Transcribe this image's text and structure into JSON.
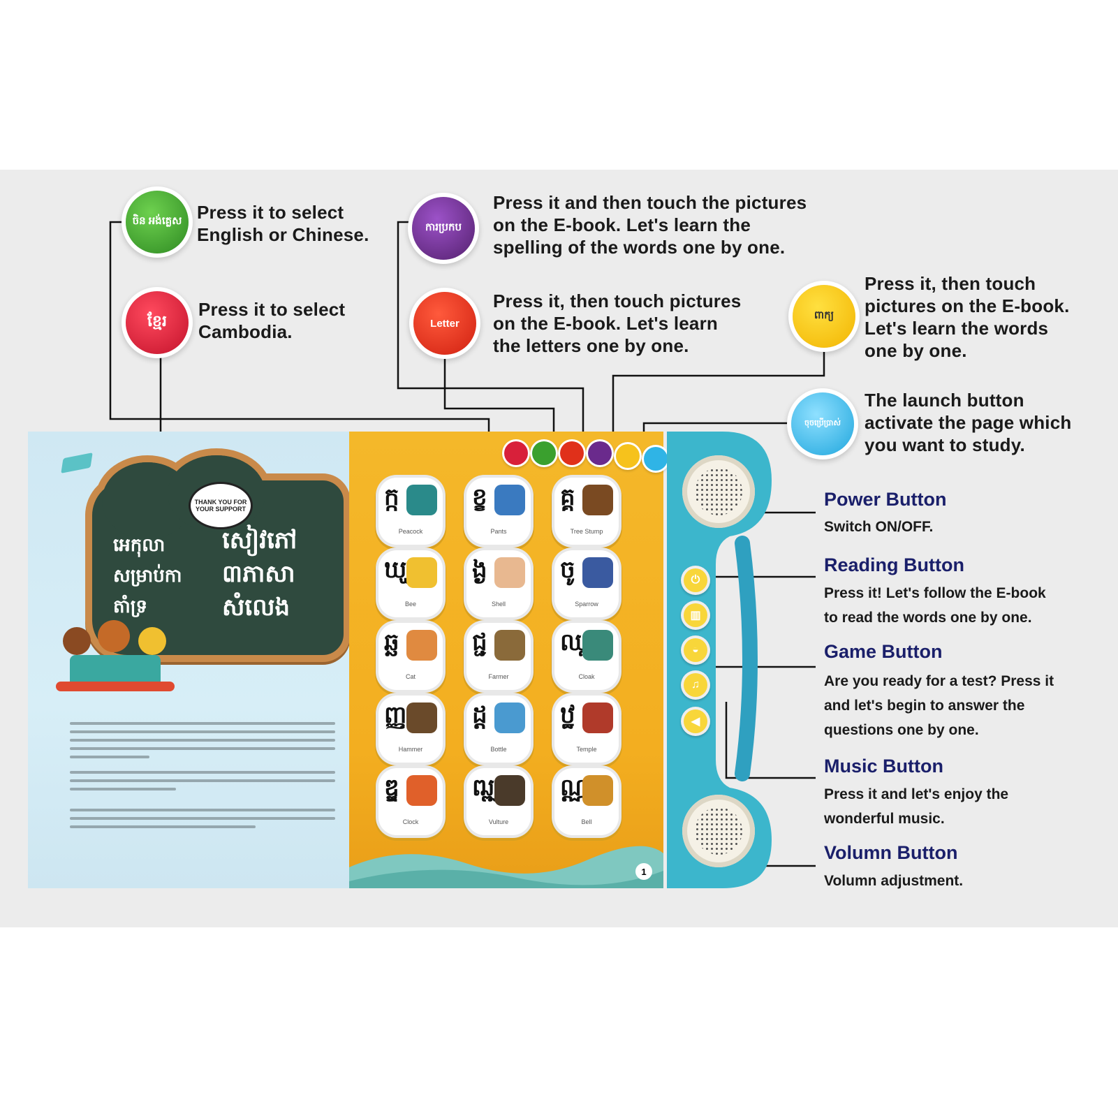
{
  "callouts": {
    "english_chinese": {
      "badge_label": "ចិន អង់គ្លេស",
      "lines": [
        "Press it to select",
        "English or Chinese."
      ],
      "color": "#3aa02e"
    },
    "cambodia": {
      "badge_label": "ខ្មែរ",
      "lines": [
        "Press it to select",
        "Cambodia."
      ],
      "color": "#d8203a"
    },
    "spelling": {
      "badge_label": "ការប្រកប",
      "lines": [
        "Press it and then touch the pictures",
        "on the E-book. Let's learn the",
        "spelling of the words one by one."
      ],
      "color": "#6a2a8c"
    },
    "letter": {
      "badge_label": "Letter",
      "lines": [
        "Press it, then touch pictures",
        "on the E-book. Let's learn",
        "the letters one by one."
      ],
      "color": "#e0301a"
    },
    "words": {
      "badge_label": "ពាក្យ",
      "lines": [
        "Press it, then touch",
        "pictures on the E-book.",
        "Let's learn the words",
        "one by one."
      ],
      "color": "#f6c21c"
    },
    "launch": {
      "badge_label": "ចុចប្រើប្រាស់",
      "lines": [
        "The launch button",
        "activate the page which",
        "you want to study."
      ],
      "color": "#2fb4e6"
    }
  },
  "book": {
    "left_page": {
      "bubble": "THANK YOU FOR YOUR SUPPORT",
      "board_left": [
        "អេកុលា",
        "សម្រាប់កា",
        "តាំទ្រ"
      ],
      "board_right": [
        "សៀវភៅ",
        "៣ភាសា",
        "សំលេង"
      ]
    },
    "right_page": {
      "page_number": "1",
      "cards": [
        {
          "letter": "ក្ក",
          "caption": "Peacock"
        },
        {
          "letter": "ខ្ខ",
          "caption": "Pants"
        },
        {
          "letter": "គ្គ",
          "caption": "Tree Stump"
        },
        {
          "letter": "ឃ្ឃ",
          "caption": "Bee"
        },
        {
          "letter": "ង្ង",
          "caption": "Shell"
        },
        {
          "letter": "ចូ",
          "caption": "Sparrow"
        },
        {
          "letter": "ឆ្ឆ",
          "caption": "Cat"
        },
        {
          "letter": "ជ្ជ",
          "caption": "Farmer"
        },
        {
          "letter": "ឈ្ឈ",
          "caption": "Cloak"
        },
        {
          "letter": "ញ្ញ",
          "caption": "Hammer"
        },
        {
          "letter": "ដ្ដ",
          "caption": "Bottle"
        },
        {
          "letter": "ឋ្ឋ",
          "caption": "Temple"
        },
        {
          "letter": "ឌ្ឌ",
          "caption": "Clock"
        },
        {
          "letter": "ឍ្ឍ",
          "caption": "Vulture"
        },
        {
          "letter": "ណ្ណ",
          "caption": "Bell"
        }
      ]
    },
    "device_buttons": [
      {
        "icon": "power-icon",
        "glyph": "⏻"
      },
      {
        "icon": "book-icon",
        "glyph": "▥"
      },
      {
        "icon": "gamepad-icon",
        "glyph": "◒"
      },
      {
        "icon": "music-note-icon",
        "glyph": "♫"
      },
      {
        "icon": "volume-icon",
        "glyph": "◀"
      }
    ]
  },
  "functions": {
    "power": {
      "title": "Power Button",
      "lines": [
        "Switch ON/OFF."
      ]
    },
    "reading": {
      "title": "Reading Button",
      "lines": [
        "Press it! Let's follow the E-book",
        "to read the words one by one."
      ]
    },
    "game": {
      "title": "Game Button",
      "lines": [
        "Are you ready for a test? Press it",
        "and let's begin to answer the",
        "questions one by one."
      ]
    },
    "music": {
      "title": "Music Button",
      "lines": [
        "Press it and let's enjoy the",
        "wonderful music."
      ]
    },
    "volume": {
      "title": "Volumn Button",
      "lines": [
        "Volumn adjustment."
      ]
    }
  },
  "colors": {
    "background_band": "#ececec",
    "title_navy": "#1a1f6a",
    "page_yellow": "#f3ae20",
    "device_teal": "#3cb6cc"
  }
}
